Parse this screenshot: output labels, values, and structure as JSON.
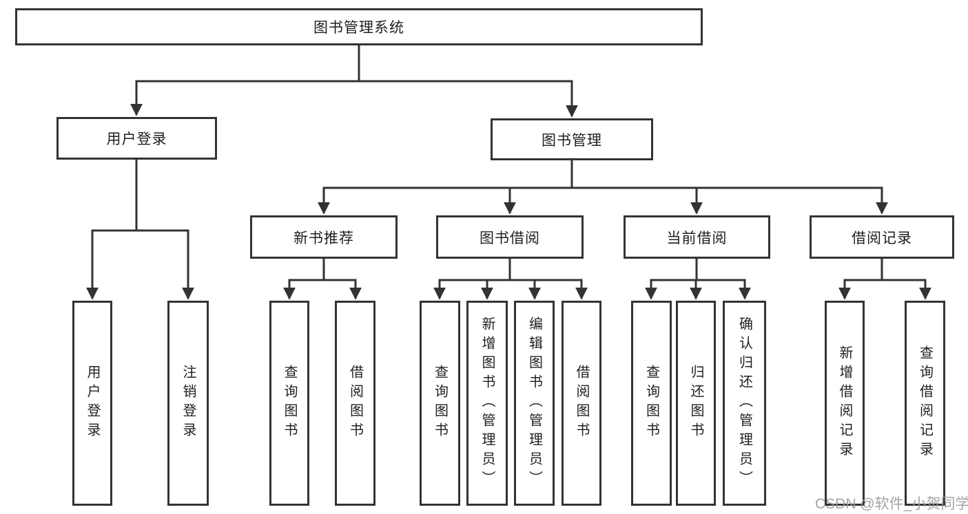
{
  "tree": {
    "root": {
      "label": "图书管理系统"
    },
    "branches": [
      {
        "label": "用户登录",
        "children": [
          {
            "label": "用户登录"
          },
          {
            "label": "注销登录"
          }
        ]
      },
      {
        "label": "图书管理",
        "groups": [
          {
            "label": "新书推荐",
            "children": [
              {
                "label": "查询图书"
              },
              {
                "label": "借阅图书"
              }
            ]
          },
          {
            "label": "图书借阅",
            "children": [
              {
                "label": "查询图书"
              },
              {
                "label": "新增图书（管理员）"
              },
              {
                "label": "编辑图书（管理员）"
              },
              {
                "label": "借阅图书"
              }
            ]
          },
          {
            "label": "当前借阅",
            "children": [
              {
                "label": "查询图书"
              },
              {
                "label": "归还图书"
              },
              {
                "label": "确认归还（管理员）"
              }
            ]
          },
          {
            "label": "借阅记录",
            "children": [
              {
                "label": "新增借阅记录"
              },
              {
                "label": "查询借阅记录"
              }
            ]
          }
        ]
      }
    ]
  },
  "watermark": {
    "text": "CSDN @软件_小贺同学",
    "color": "#9c9c9c"
  },
  "colors": {
    "line": "#333333",
    "box_border": "#333333",
    "box_background": "#ffffff",
    "text": "#1f1f1f",
    "page_background": "#ffffff"
  }
}
